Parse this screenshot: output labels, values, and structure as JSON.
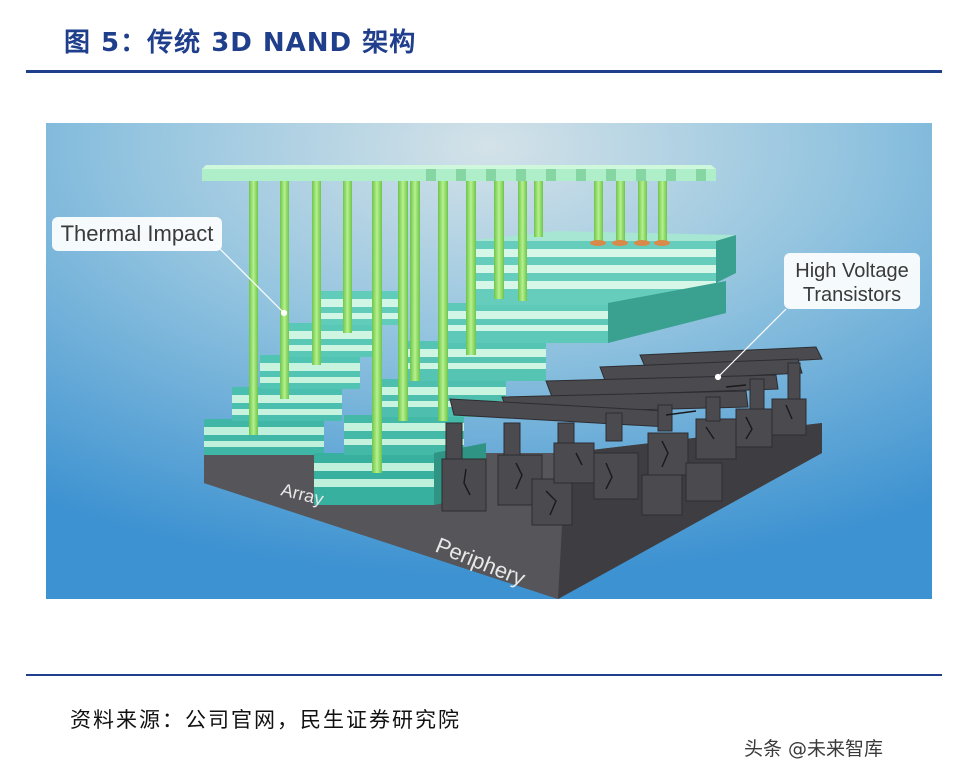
{
  "figure": {
    "title": "图 5：传统 3D NAND 架构",
    "labels": {
      "thermal_impact": "Thermal Impact",
      "high_voltage_line1": "High Voltage",
      "high_voltage_line2": "Transistors",
      "array": "Array",
      "periphery": "Periphery"
    },
    "colors": {
      "title_blue": "#1f3e8c",
      "background_light": "#c7dbe6",
      "background_blue": "#4c9cd4",
      "stair_teal": "#58c4b4",
      "stair_light": "#bff0dc",
      "pillar_green": "#9fe07a",
      "substrate_dark": "#505055",
      "transistor_gray": "#4a4a4e"
    }
  },
  "footer": {
    "source": "资料来源：公司官网，民生证券研究院",
    "watermark": "头条 @未来智库"
  }
}
